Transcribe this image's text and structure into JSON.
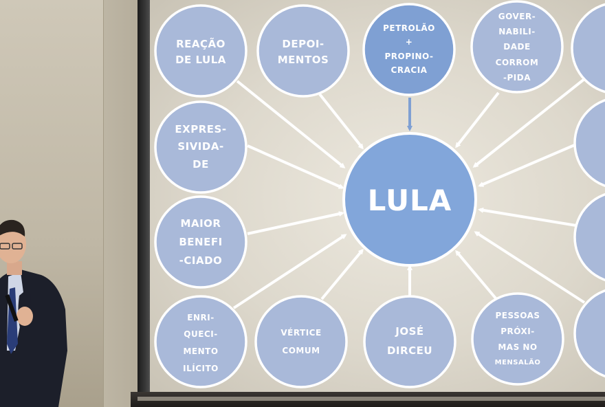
{
  "center": {
    "label": "LULA"
  },
  "nodes": [
    {
      "id": "reacao",
      "lines": [
        "REAÇÃO",
        "DE LULA"
      ]
    },
    {
      "id": "depoimentos",
      "lines": [
        "DEPOI-",
        "MENTOS"
      ]
    },
    {
      "id": "petrolao",
      "lines": [
        "PETROLÃO",
        "+",
        "PROPINO-",
        "CRACIA"
      ]
    },
    {
      "id": "governabilidade",
      "lines": [
        "GOVER-",
        "NABILI-",
        "DADE",
        "CORROM",
        "-PIDA"
      ]
    },
    {
      "id": "expressividade",
      "lines": [
        "EXPRES-",
        "SIVIDA-",
        "DE"
      ]
    },
    {
      "id": "maior",
      "lines": [
        "MAIOR",
        "BENEFI",
        "-CIADO"
      ]
    },
    {
      "id": "enriquecimento",
      "lines": [
        "ENRI-",
        "QUECI-",
        "MENTO",
        "ILÍCITO"
      ]
    },
    {
      "id": "vertice",
      "lines": [
        "VÉRTICE",
        "COMUM"
      ]
    },
    {
      "id": "jose",
      "lines": [
        "JOSÉ",
        "DIRCEU"
      ]
    },
    {
      "id": "pessoas",
      "lines": [
        "PESSOAS",
        "PRÓXI-",
        "MAS NO",
        "MENSALÃO"
      ]
    }
  ]
}
